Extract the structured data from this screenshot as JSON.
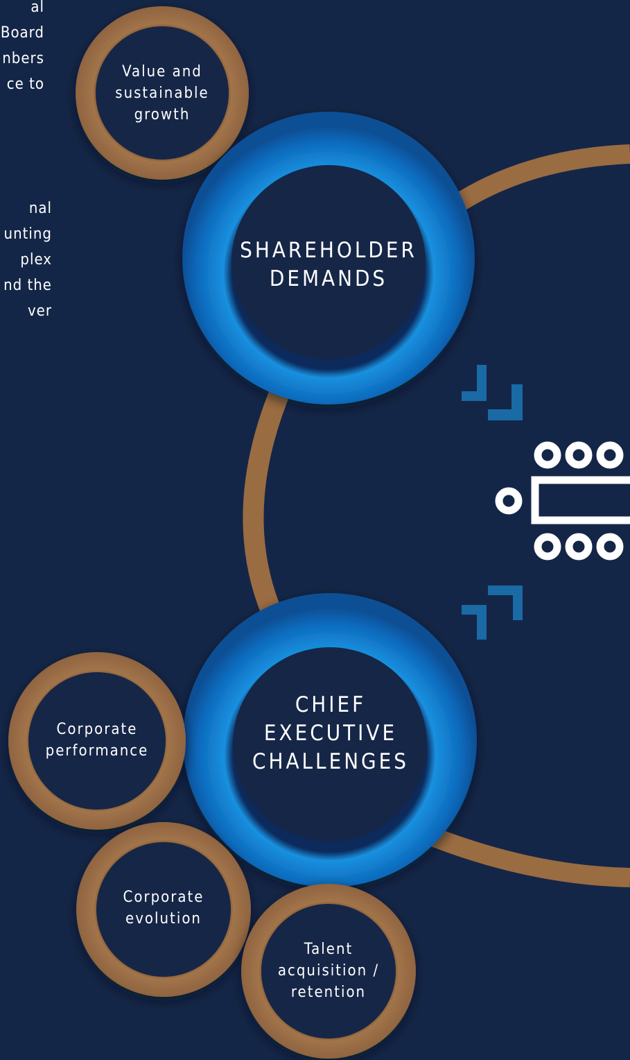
{
  "intro_text": {
    "paragraph_1": [
      "al",
      "Board",
      "nbers",
      "ce to"
    ],
    "paragraph_2": [
      "nal",
      "unting",
      "plex",
      "nd the",
      "ver"
    ]
  },
  "small_circles": {
    "value": [
      "Value and",
      "sustainable",
      "growth"
    ],
    "corporate_performance": [
      "Corporate",
      "performance"
    ],
    "corporate_evolution": [
      "Corporate",
      "evolution"
    ],
    "talent": [
      "Talent",
      "acquisition /",
      "retention"
    ]
  },
  "main_circles": {
    "shareholder": [
      "SHAREHOLDER",
      "DEMANDS"
    ],
    "chief_executive": [
      "CHIEF",
      "EXECUTIVE",
      "CHALLENGES"
    ]
  },
  "colors": {
    "background": "#142647",
    "bronze": "#9a6c42",
    "blue_ring": "#0f6fc1",
    "blue_arrow": "#1a6aa6",
    "icon_white": "#ffffff"
  },
  "icons": {
    "board_table": "board-table-icon",
    "arrow_top": "corner-arrow-icon",
    "arrow_bottom": "corner-arrow-icon"
  }
}
